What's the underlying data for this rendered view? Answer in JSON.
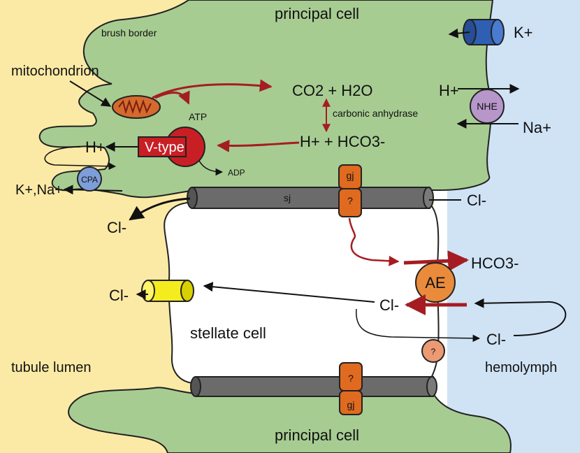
{
  "colors": {
    "lumen": "#fbeaa6",
    "hemolymph": "#cfe3f5",
    "principal_cell": "#a7cc92",
    "stellate_cell": "#ffffff",
    "junction": "#6b6b6b",
    "gap_junction": "#e06a1f",
    "v_type": "#c81f25",
    "red_arrow": "#a51d22",
    "k_channel": "#2f5fb2",
    "nhe": "#b796c9",
    "cpa": "#7d9ed8",
    "ae": "#ea8b3b",
    "cl_channel": "#f4ec1f",
    "unknown_transporter": "#eb9a73",
    "mitochondrion": "#d46a2d"
  },
  "labels": {
    "principal_top": "principal cell",
    "principal_bottom": "principal cell",
    "brush_border": "brush border",
    "mitochondrion": "mitochondrion",
    "atp": "ATP",
    "adp": "ADP",
    "v_type": "V-type",
    "cpa": "CPA",
    "carbonic_anhydrase": "carbonic anhydrase",
    "nhe": "NHE",
    "sj_top": "sj",
    "gj_top": "gj",
    "gj_bottom": "gj",
    "q_top": "?",
    "q_bottom": "?",
    "q_transporter": "?",
    "ae": "AE",
    "stellate_cell": "stellate cell",
    "tubule_lumen": "tubule lumen",
    "hemolymph": "hemolymph",
    "h_plus_pump": "H+",
    "k_na_plus": "K+,Na+",
    "k_plus": "K+",
    "h_plus_nhe": "H+",
    "na_plus": "Na+",
    "cl_minus_1": "Cl-",
    "cl_minus_2": "Cl-",
    "cl_minus_3": "Cl-",
    "cl_minus_4": "Cl-",
    "cl_minus_5": "Cl-",
    "co2_h2o": "CO2 + H2O",
    "h_hco3": "H+ + HCO3-",
    "hco3_minus": "HCO3-"
  }
}
